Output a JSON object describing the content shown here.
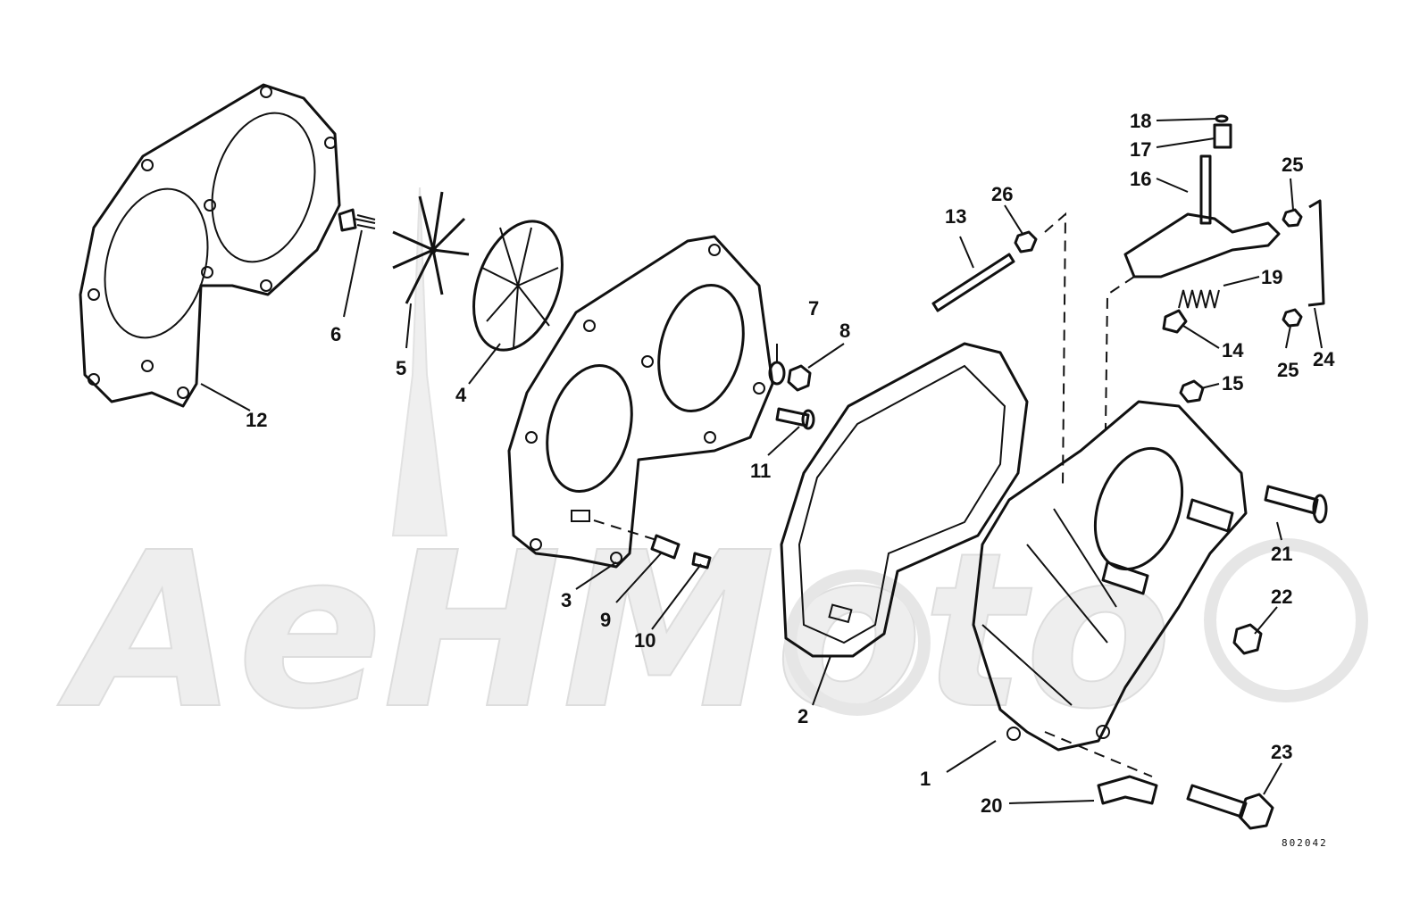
{
  "watermark": {
    "text": "AeHMoto"
  },
  "drawing_code": "802042",
  "callouts": [
    "1",
    "2",
    "3",
    "4",
    "5",
    "6",
    "7",
    "8",
    "9",
    "10",
    "11",
    "12",
    "13",
    "14",
    "15",
    "16",
    "17",
    "18",
    "19",
    "20",
    "21",
    "22",
    "23",
    "24",
    "25",
    "25",
    "26"
  ]
}
